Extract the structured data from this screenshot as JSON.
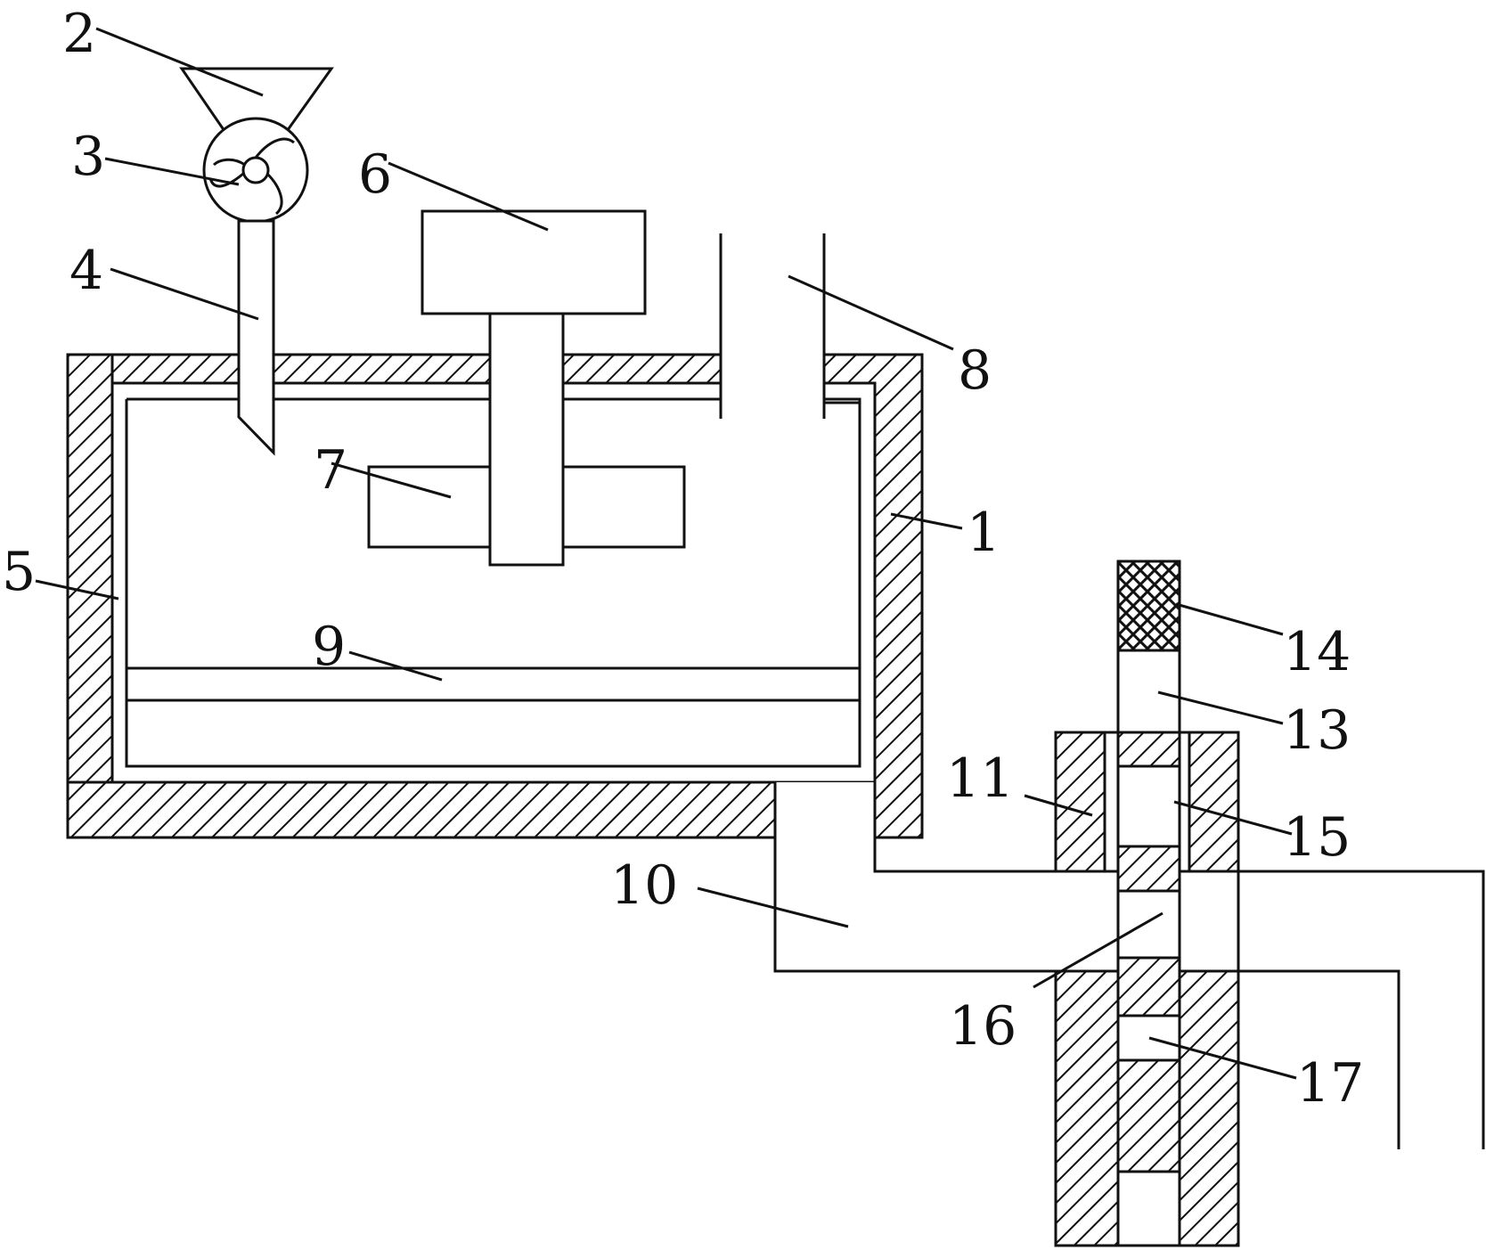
{
  "labels": {
    "l1": "1",
    "l2": "2",
    "l3": "3",
    "l4": "4",
    "l5": "5",
    "l6": "6",
    "l7": "7",
    "l8": "8",
    "l9": "9",
    "l10": "10",
    "l11": "11",
    "l13": "13",
    "l14": "14",
    "l15": "15",
    "l16": "16",
    "l17": "17"
  }
}
